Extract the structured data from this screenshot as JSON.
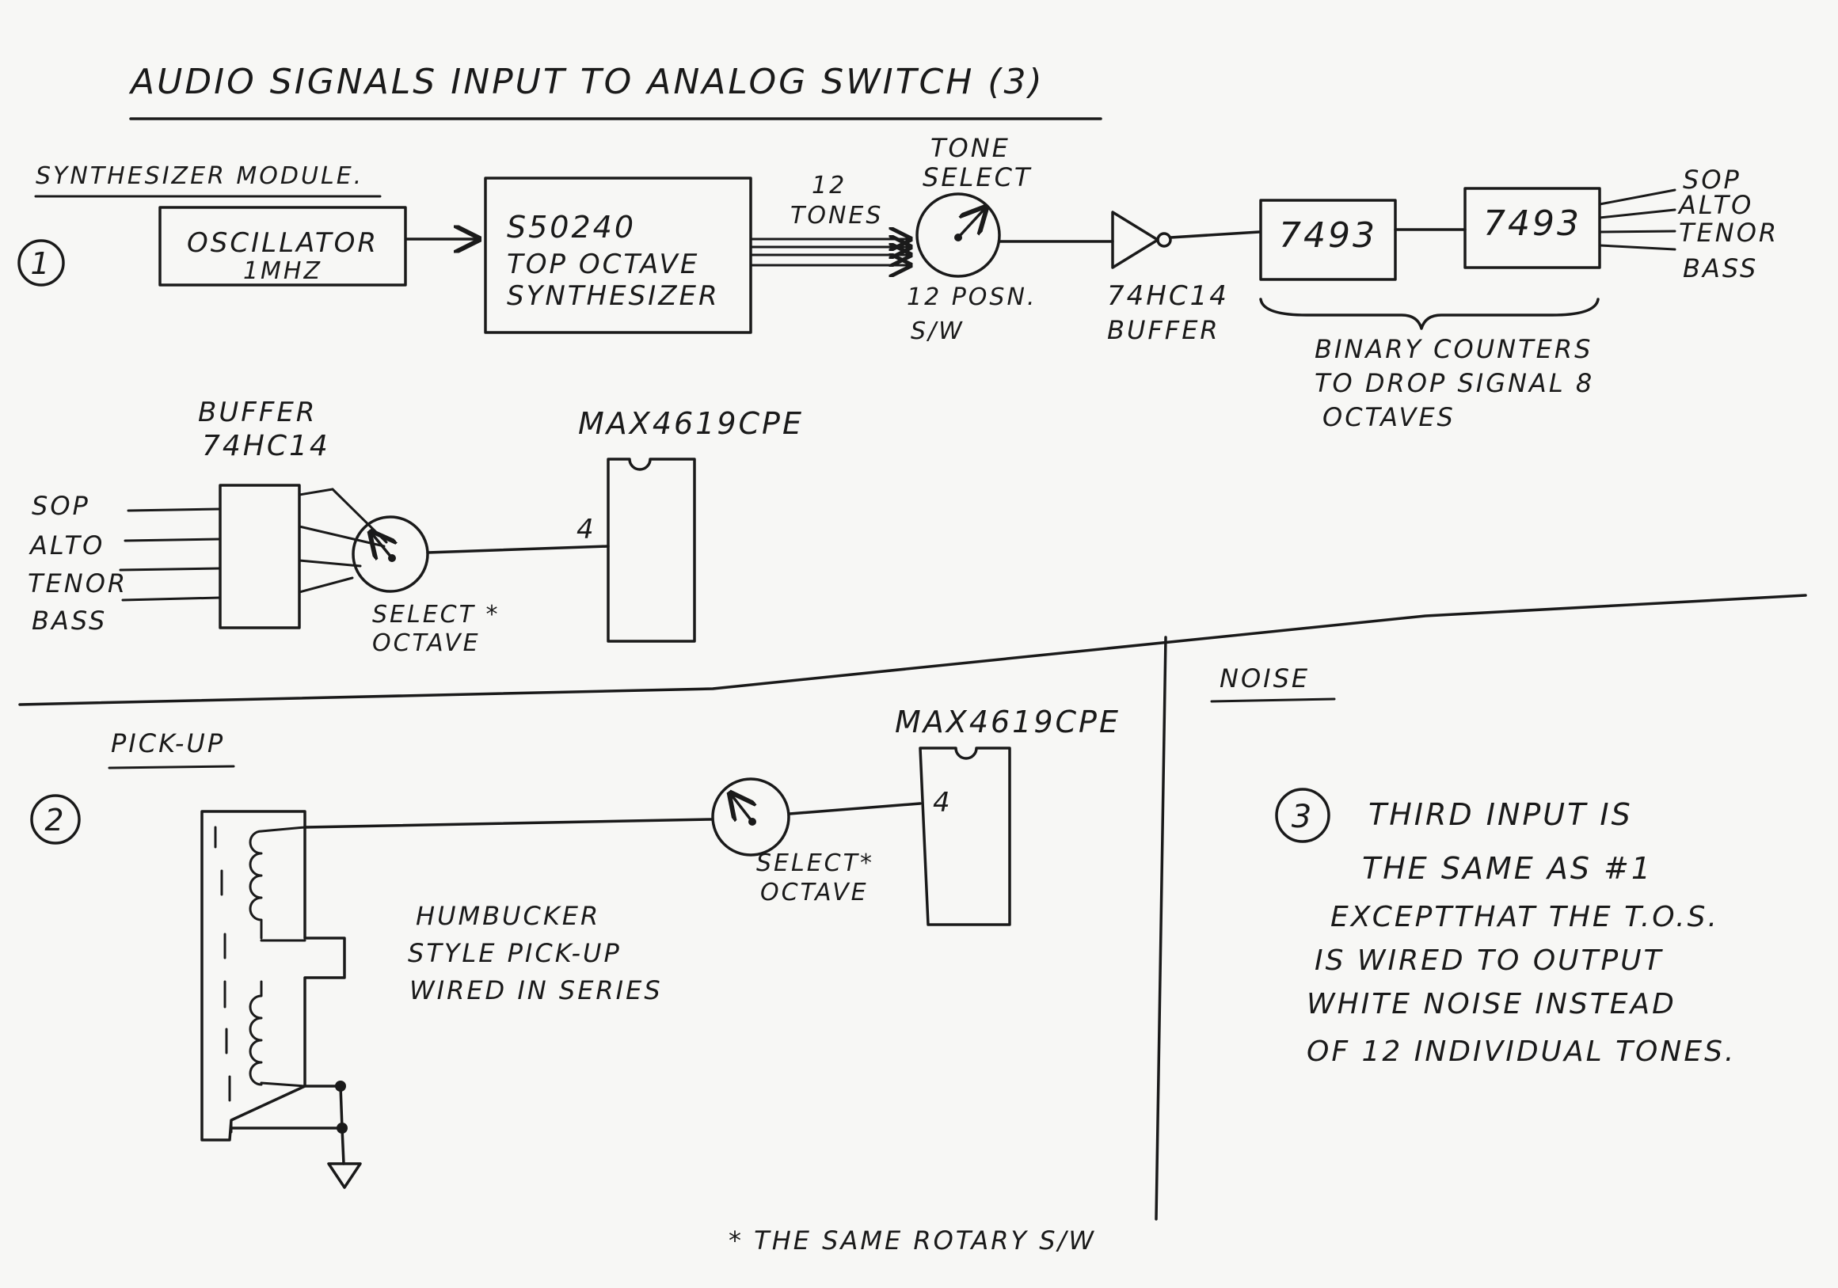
{
  "title": "AUDIO SIGNALS INPUT TO ANALOG SWITCH (3)",
  "section1": {
    "heading": "SYNTHESIZER MODULE.",
    "number": "1",
    "oscillator": [
      "OSCILLATOR",
      "1MHZ"
    ],
    "synth": [
      "S50240",
      "TOP OCTAVE",
      "SYNTHESIZER"
    ],
    "tones_label": [
      "12",
      "TONES"
    ],
    "tone_select": [
      "TONE",
      "SELECT"
    ],
    "switch_label": [
      "12 POSN.",
      "S/W"
    ],
    "buffer_label": [
      "74HC14",
      "BUFFER"
    ],
    "counter1": "7493",
    "counter2": "7493",
    "outputs": [
      "SOP",
      "ALTO",
      "TENOR",
      "BASS"
    ],
    "counters_note": [
      "BINARY COUNTERS",
      "TO DROP SIGNAL 8",
      "OCTAVES"
    ],
    "buffer2_label": [
      "BUFFER",
      "74HC14"
    ],
    "inputs": [
      "SOP",
      "ALTO",
      "TENOR",
      "BASS"
    ],
    "select_octave": [
      "SELECT *",
      "OCTAVE"
    ],
    "chip": "MAX4619CPE",
    "pin": "4"
  },
  "section2": {
    "heading": "PICK-UP",
    "number": "2",
    "chip": "MAX4619CPE",
    "pin": "4",
    "select_octave": [
      "SELECT*",
      "OCTAVE"
    ],
    "pickup_note": [
      "HUMBUCKER",
      "STYLE PICK-UP",
      "WIRED IN SERIES"
    ]
  },
  "section3": {
    "heading": "NOISE",
    "number": "3",
    "note": [
      "THIRD INPUT IS",
      "THE SAME AS #1",
      "EXCEPTTHAT THE T.O.S.",
      "IS WIRED TO OUTPUT",
      "WHITE NOISE INSTEAD",
      "OF 12 INDIVIDUAL TONES."
    ]
  },
  "footnote": "* THE SAME ROTARY S/W"
}
